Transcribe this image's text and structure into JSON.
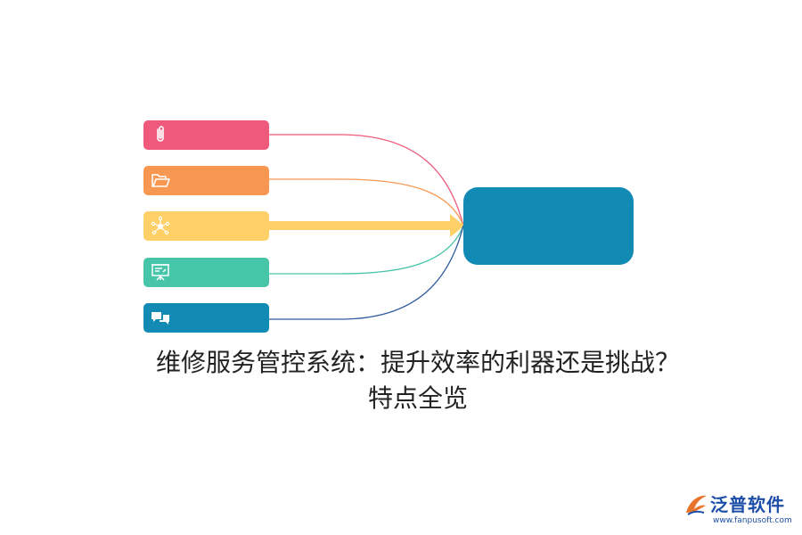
{
  "diagram": {
    "items": [
      {
        "icon": "paperclip-icon",
        "color": "#ef5a7c"
      },
      {
        "icon": "folder-open-icon",
        "color": "#f89752"
      },
      {
        "icon": "network-icon",
        "color": "#fed067"
      },
      {
        "icon": "presentation-board-icon",
        "color": "#47c5a9"
      },
      {
        "icon": "chat-bubbles-icon",
        "color": "#118ab4"
      }
    ],
    "hub_color": "#118ab4",
    "highlighted_item": 2
  },
  "caption": {
    "line1": "维修服务管控系统：提升效率的利器还是挑战？",
    "line2": "特点全览"
  },
  "brand": {
    "name": "泛普软件",
    "url": "www.fanpusoft.com",
    "color": "#1d4fa8"
  }
}
